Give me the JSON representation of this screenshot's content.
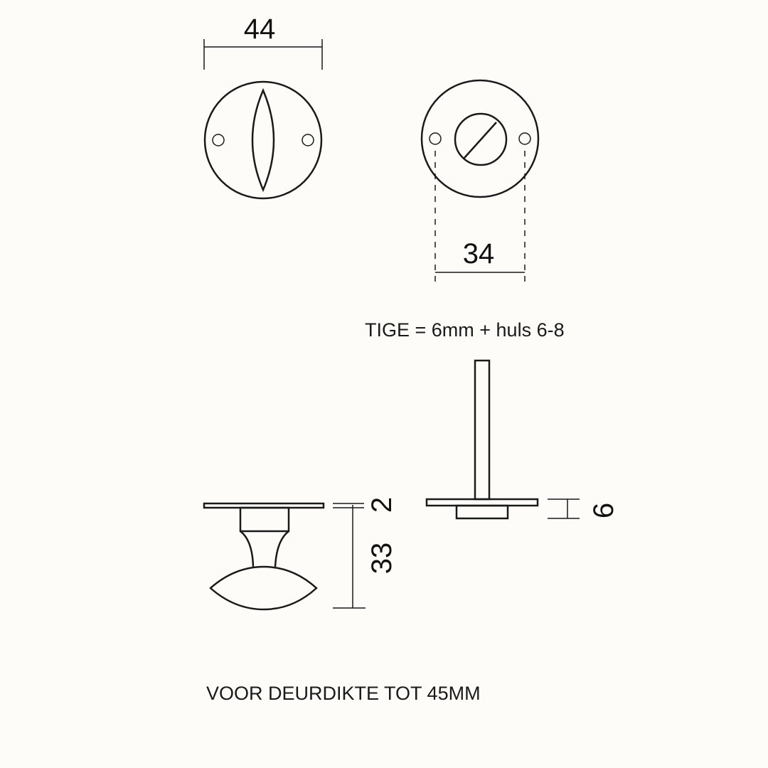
{
  "dimensions": {
    "rosette_diameter": "44",
    "hole_spacing": "34",
    "plate_thickness": "2",
    "knob_height": "33",
    "rosette_thickness": "6"
  },
  "labels": {
    "spindle_note": "TIGE = 6mm + huls 6-8",
    "door_thickness_note": "VOOR DEURDIKTE TOT 45MM"
  }
}
